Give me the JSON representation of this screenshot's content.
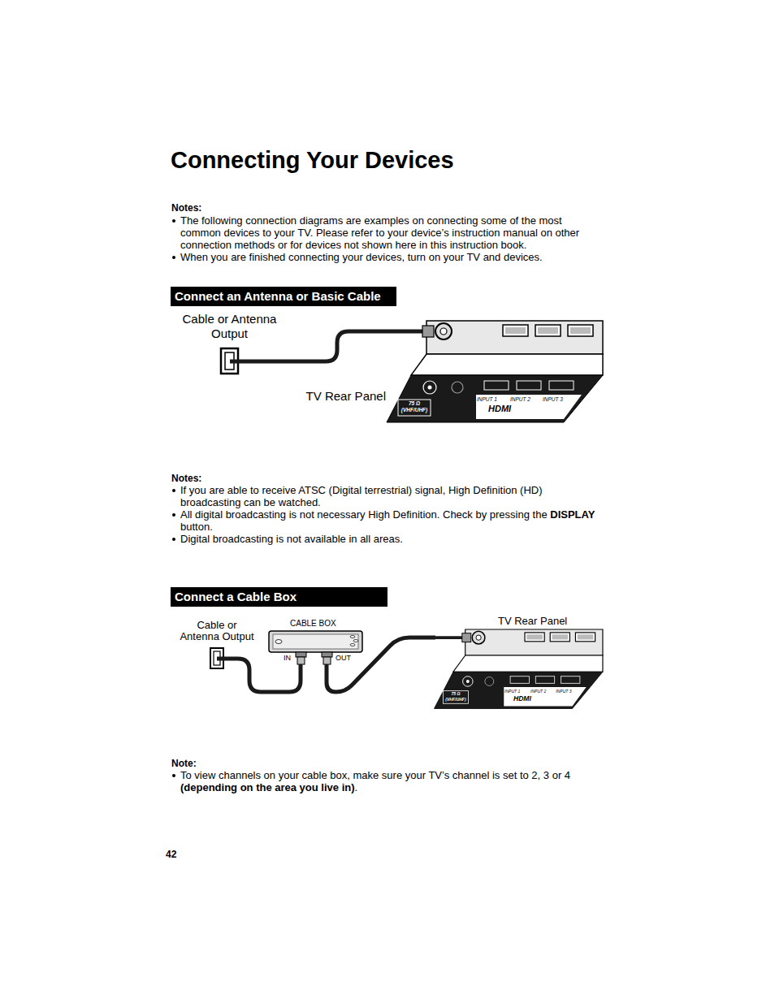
{
  "diagram": {
    "title": "Connecting Your Devices",
    "nodes": [
      {
        "text": [
          "Connect an Antenna or Basic Cable"
        ]
      },
      {
        "text": [
          "Cable or Antenna Output"
        ]
      },
      {
        "text": [
          "TV Rear Panel"
        ]
      },
      {
        "text": [
          "Connect a Cable Box"
        ]
      },
      {
        "text": [
          "Cable or Antenna Output"
        ]
      },
      {
        "text": [
          "CABLE BOX",
          "IN",
          "OUT"
        ]
      },
      {
        "text": [
          "TV Rear Panel"
        ]
      }
    ],
    "edges": [
      {
        "from": 1,
        "to": 2,
        "arrow": "none"
      },
      {
        "from": 4,
        "to": 5,
        "arrow": "none"
      },
      {
        "from": 5,
        "to": 6,
        "arrow": "none"
      }
    ],
    "labels": [
      "Notes:",
      "The following connection diagrams are examples on connecting some of the most common devices to your TV. Please refer to your device’s instruction manual on other connection methods or for devices not shown here in this instruction book.",
      "When you are finished connecting your devices, turn on your TV and devices.",
      "Notes:",
      "If you are able to receive ATSC (Digital terrestrial) signal, High Definition (HD) broadcasting can be watched.",
      "All digital broadcasting is not necessary High Definition. Check by pressing the",
      "DISPLAY",
      "button.",
      "Digital broadcasting is not available in all areas.",
      "Note:",
      "To view channels on your cable box, make sure your TV’s channel is set to 2, 3 or 4",
      "(depending on the area you live in)",
      ".",
      "42",
      "75 Ω (VHF/UHF)",
      "INPUT 1",
      "INPUT 2",
      "INPUT 3",
      "HDMI",
      "75 Ω (VHF/UHF)",
      "INPUT 1",
      "INPUT 2",
      "INPUT 3",
      "HDMI"
    ]
  }
}
